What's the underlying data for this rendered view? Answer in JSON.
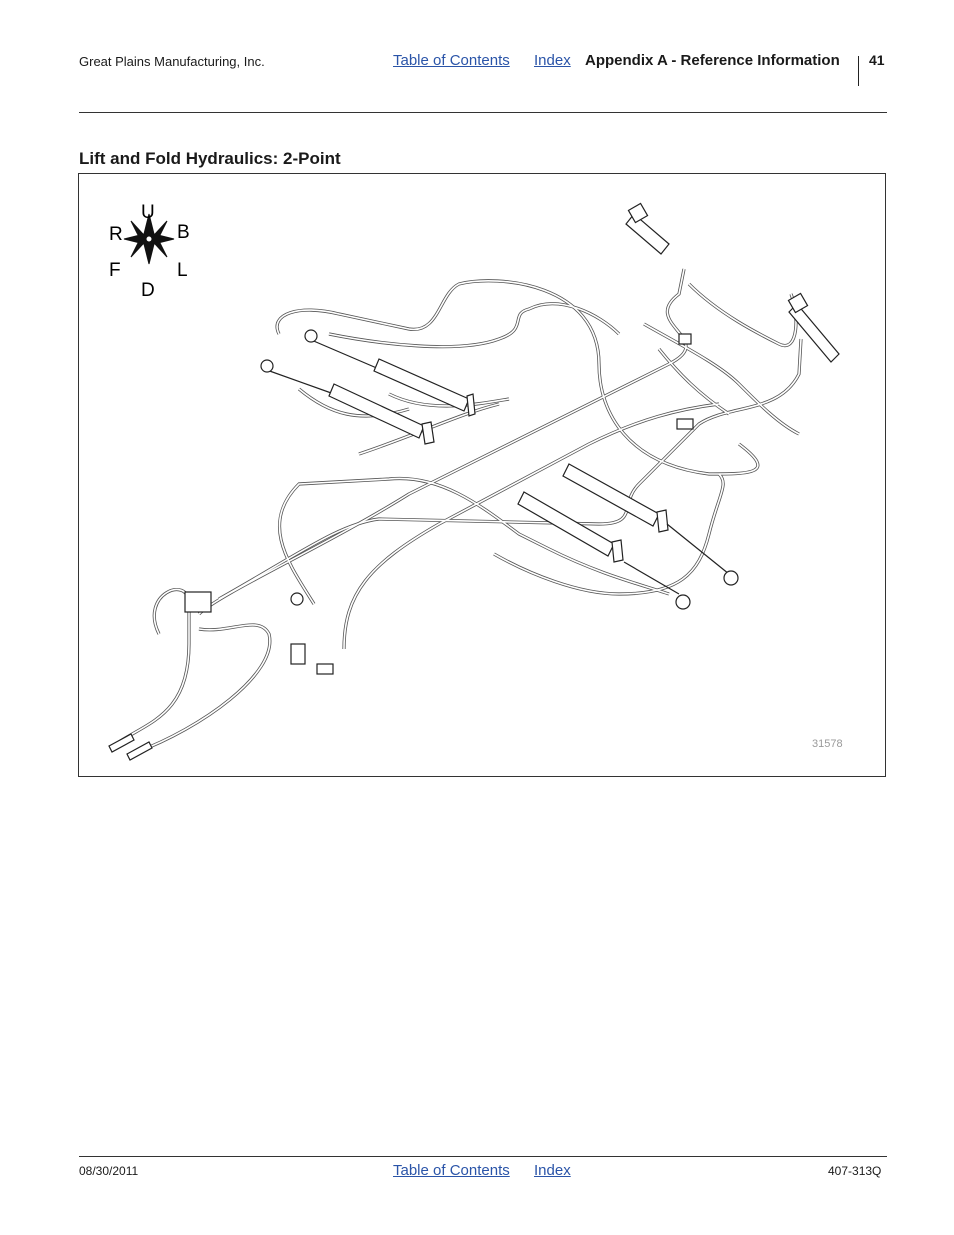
{
  "header": {
    "company": "Great Plains Manufacturing, Inc.",
    "toc_link": "Table of Contents",
    "index_link": "Index",
    "section": "Appendix A - Reference Information",
    "page_number": "41"
  },
  "main": {
    "title": "Lift and Fold Hydraulics: 2-Point",
    "figure": {
      "compass": {
        "up": "U",
        "down": "D",
        "rear": "R",
        "back": "B",
        "front": "F",
        "left": "L"
      },
      "figure_number": "31578"
    }
  },
  "footer": {
    "date": "08/30/2011",
    "toc_link": "Table of Contents",
    "index_link": "Index",
    "doc_number": "407-313Q"
  }
}
